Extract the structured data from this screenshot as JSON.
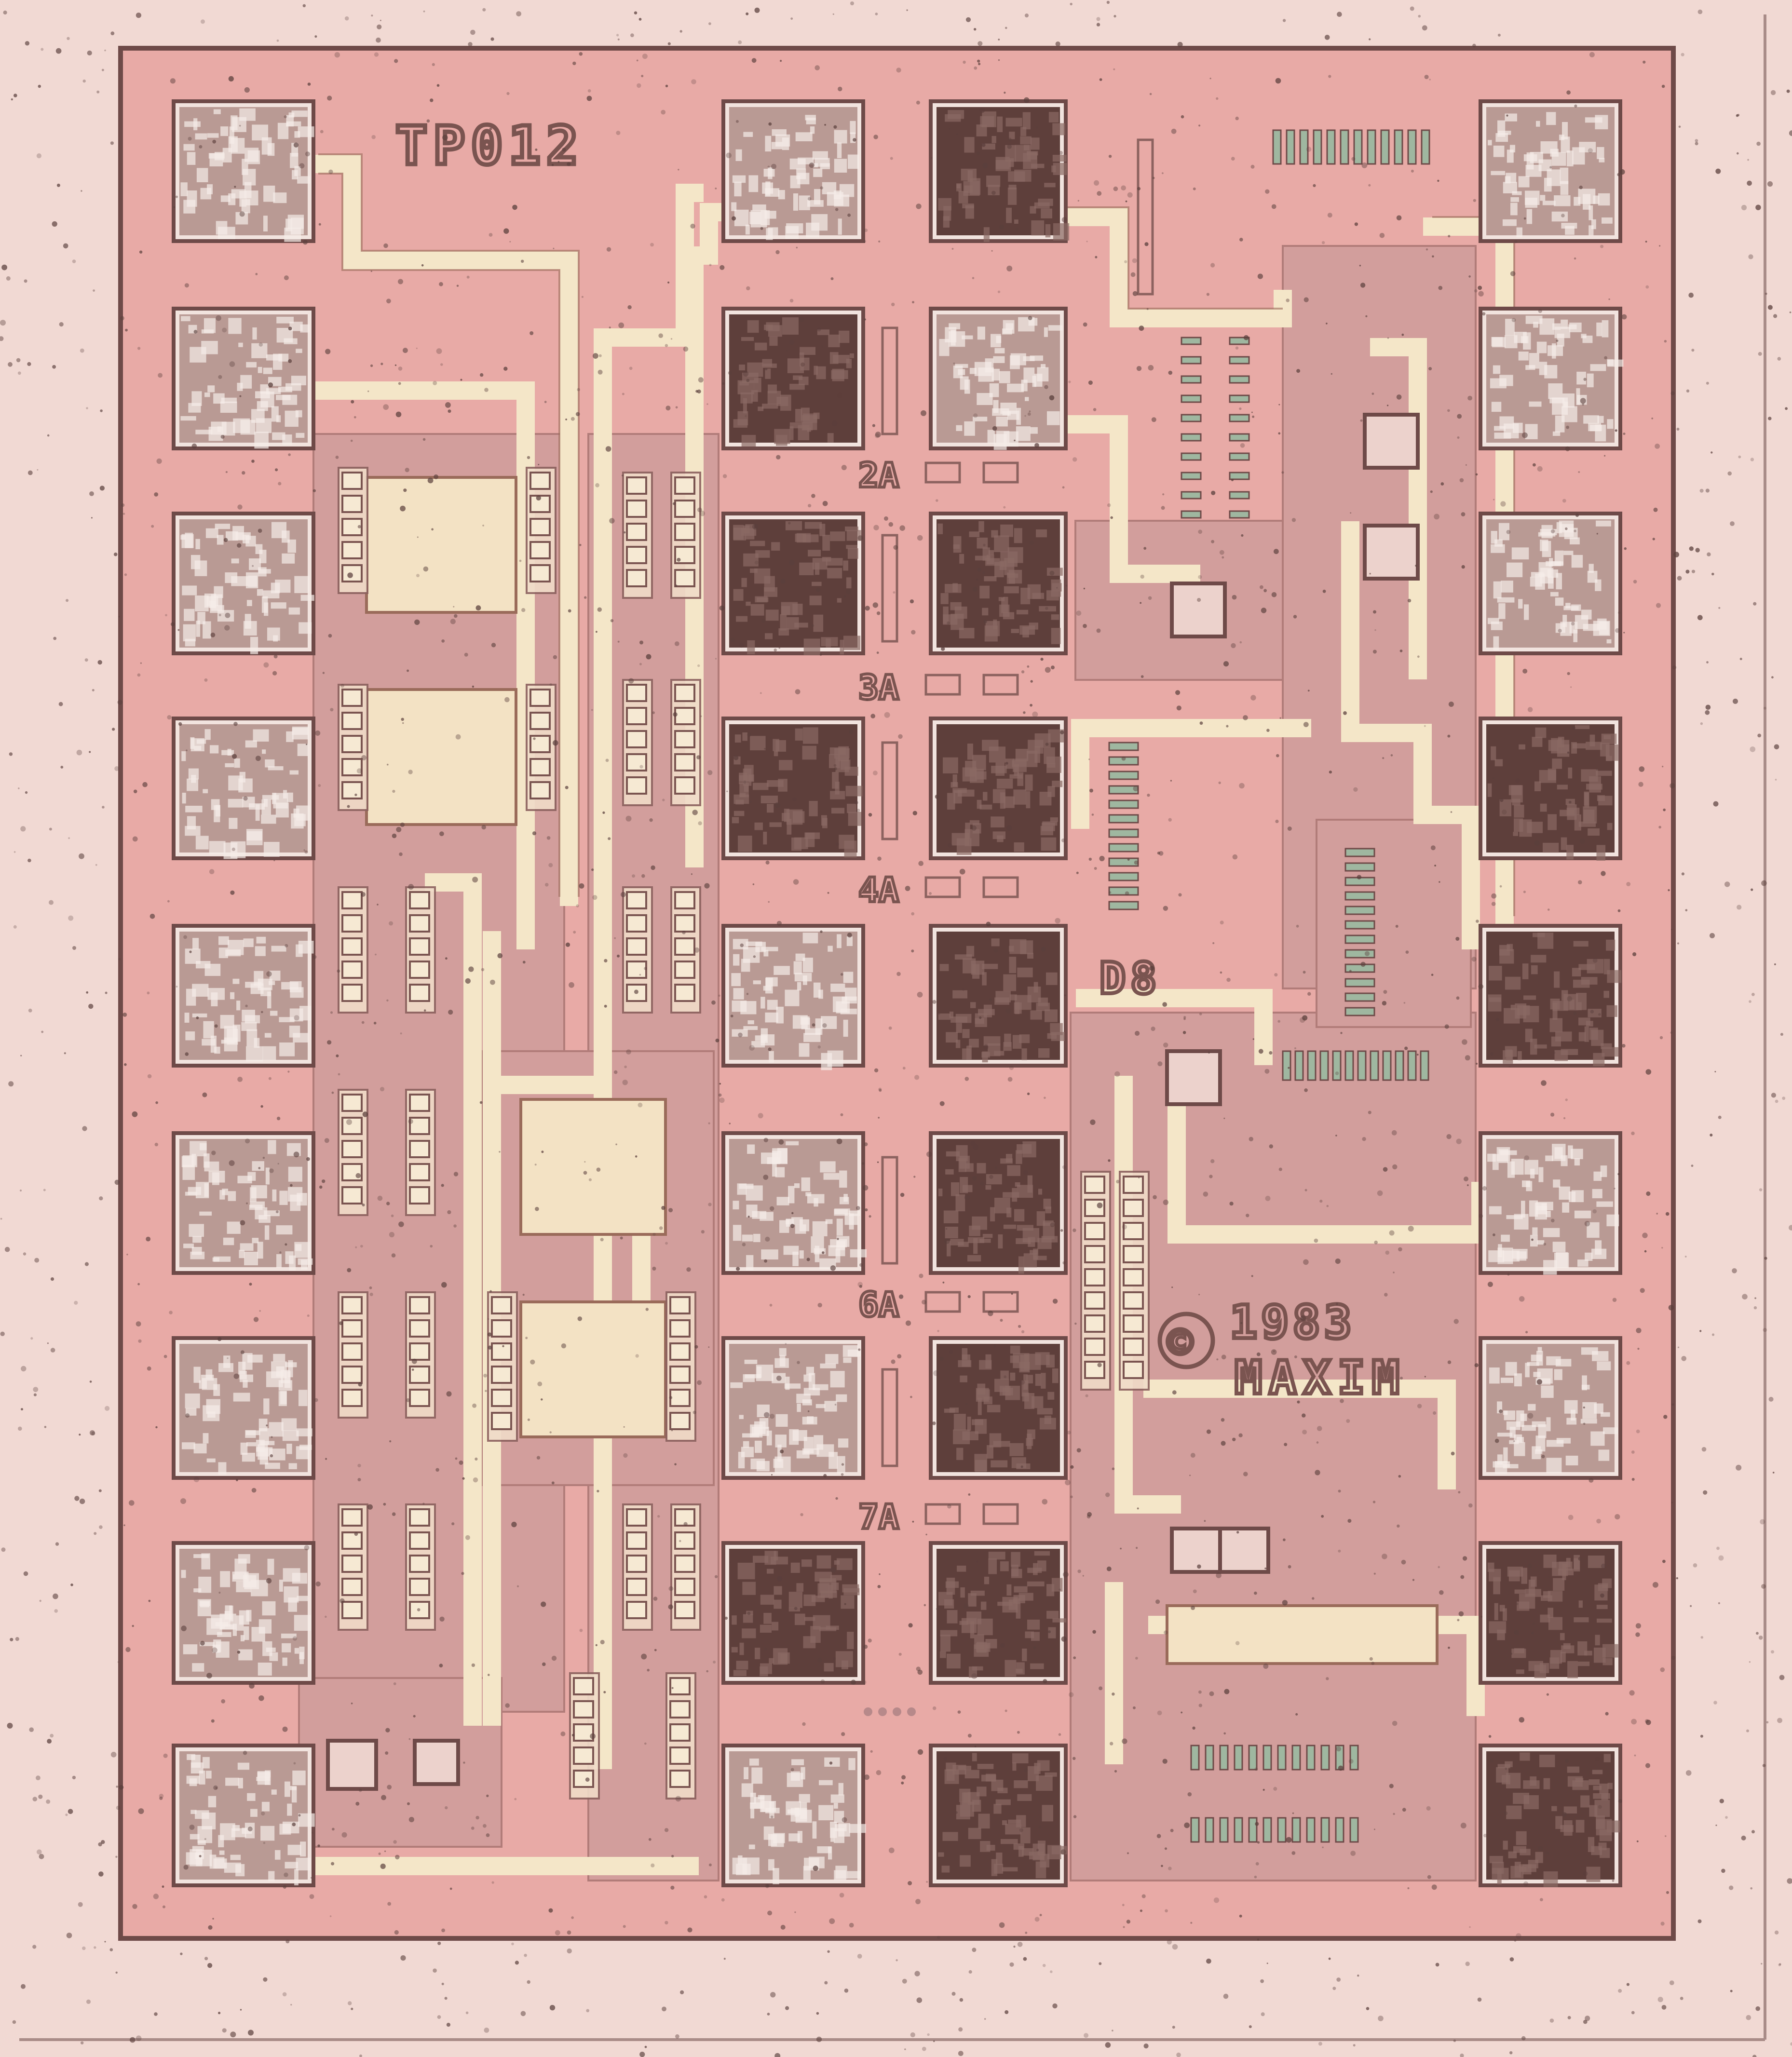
{
  "die": {
    "part_label": "TP012",
    "copyright_symbol": "©",
    "year": "1983",
    "manufacturer": "MAXIM",
    "mask_code": "D8",
    "channel_labels": [
      "2A",
      "3A",
      "4A",
      "6A",
      "7A"
    ]
  },
  "colors": {
    "substrate": "#f1d9d3",
    "die_body": "#e8aaa6",
    "die_border": "#6e4a48",
    "metal": "#f4e6c8",
    "metal_edge": "#9a6b5a",
    "pad": "#5e3f3b",
    "pad_light": "#d9c3bd",
    "well": "#cf9d9b",
    "label": "#7a5450"
  }
}
